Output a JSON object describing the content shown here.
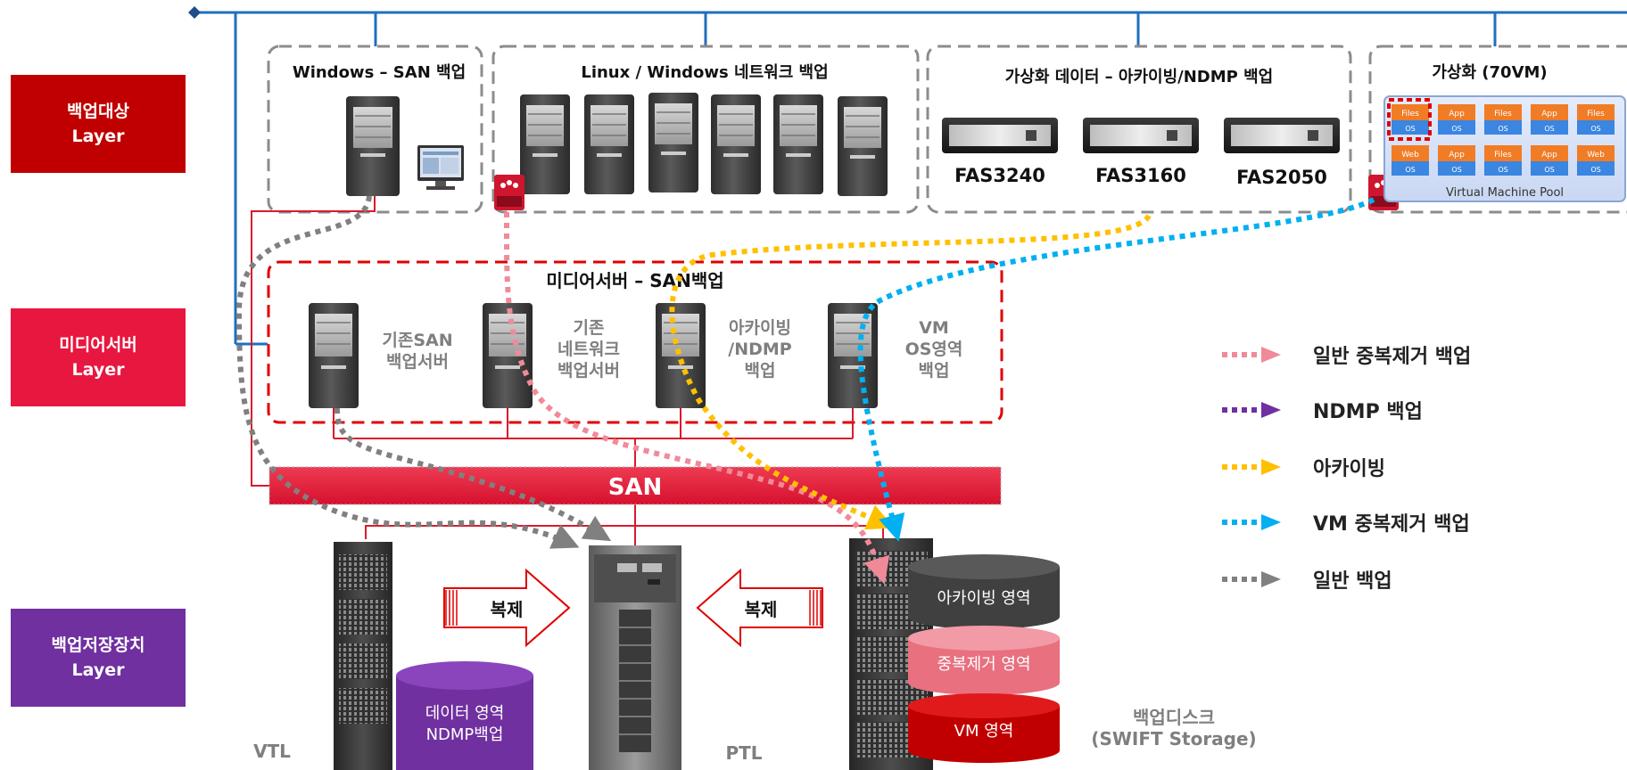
{
  "layers": [
    {
      "name": "백업대상",
      "sub": "Layer",
      "color": "#c00000"
    },
    {
      "name": "미디어서버",
      "sub": "Layer",
      "color": "#e8173f"
    },
    {
      "name": "백업저장장치",
      "sub": "Layer",
      "color": "#7030a0"
    }
  ],
  "groups": {
    "windows_san": "Windows – SAN 백업",
    "linux_network": "Linux / Windows 네트워크 백업",
    "virtual_archive": "가상화 데이터 – 아카이빙/NDMP 백업",
    "virtualization": "가상화 (70VM)",
    "media_server": "미디어서버 – SAN백업"
  },
  "storage_models": [
    "FAS3240",
    "FAS3160",
    "FAS2050"
  ],
  "vm_pool": {
    "label": "Virtual Machine Pool",
    "top_row": [
      "Files",
      "App",
      "Files",
      "App",
      "Files"
    ],
    "bottom_row": [
      "Web",
      "App",
      "Files",
      "App",
      "Web"
    ],
    "os_label": "OS"
  },
  "media_servers": [
    {
      "label": "기존SAN\n백업서버"
    },
    {
      "label": "기존\n네트워크\n백업서버"
    },
    {
      "label": "아카이빙\n/NDMP\n백업"
    },
    {
      "label": "VM\nOS영역\n백업"
    }
  ],
  "san_label": "SAN",
  "replicate_label": "복제",
  "storage": {
    "vtl": "VTL",
    "ptl": "PTL",
    "disk": "백업디스크\n(SWIFT Storage)",
    "vtl_cylinder": "데이터 영역\nNDMP백업",
    "archive_area": "아카이빙 영역",
    "dedup_area": "중복제거 영역",
    "vm_area": "VM 영역"
  },
  "legend": [
    {
      "label": "일반 중복제거 백업",
      "color": "#f08a99"
    },
    {
      "label": "NDMP 백업",
      "color": "#7030a0"
    },
    {
      "label": "아카이빙",
      "color": "#ffc000"
    },
    {
      "label": "VM 중복제거 백업",
      "color": "#00b0f0"
    },
    {
      "label": "일반  백업",
      "color": "#808080"
    }
  ]
}
